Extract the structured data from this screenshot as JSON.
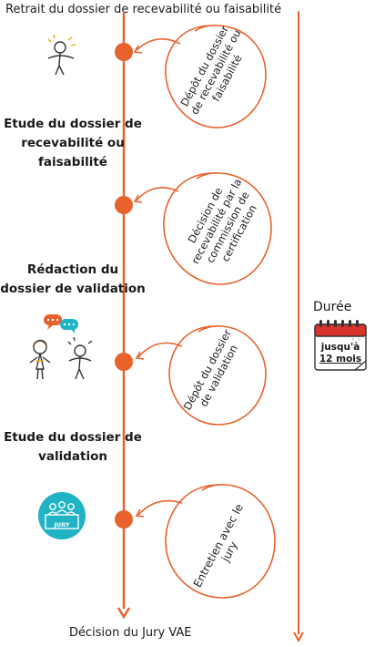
{
  "top_label": "Retrait du dossier de recevabilité ou faisabilité",
  "bottom_label": "Décision du Jury VAE",
  "stages": [
    {
      "label": "Etude du dossier de recevabilité ou faisabilité"
    },
    {
      "label": "Rédaction du dossier de validation"
    },
    {
      "label": "Etude du dossier de validation"
    }
  ],
  "milestones": [
    {
      "label": "Dépôt du dossier de recevabilité ou faisabilité"
    },
    {
      "label": "Décision de recevabilité par la commission de certification"
    },
    {
      "label": "Dépôt du dossier de validation"
    },
    {
      "label": "Entretien avec le jury"
    }
  ],
  "duration": {
    "label": "Durée",
    "calendar_text_1": "jusqu'à",
    "calendar_text_2": "12 mois",
    "calendar_dots": "◦ ◦"
  },
  "jury_badge": "JURY",
  "colors": {
    "accent": "#e8622c",
    "teal": "#1fb3c4",
    "calendar_red": "#d9332c"
  }
}
